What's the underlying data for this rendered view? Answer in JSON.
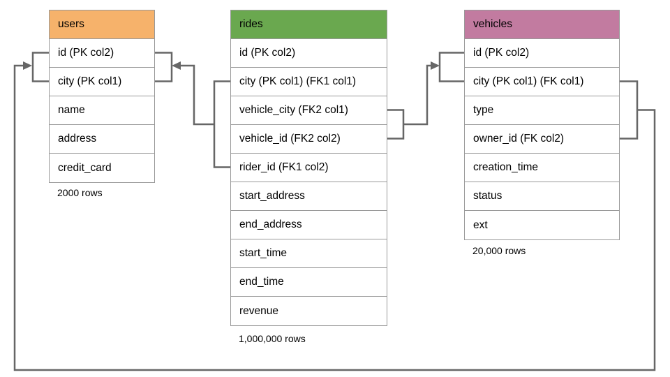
{
  "diagram": {
    "tables": [
      {
        "name": "users",
        "header_color": "#F6B26B",
        "rows": [
          "id (PK col2)",
          "city (PK col1)",
          "name",
          "address",
          "credit_card"
        ],
        "row_count": "2000 rows"
      },
      {
        "name": "rides",
        "header_color": "#6AA84F",
        "rows": [
          "id (PK col2)",
          "city (PK col1) (FK1 col1)",
          "vehicle_city (FK2 col1)",
          "vehicle_id (FK2 col2)",
          "rider_id (FK1 col2)",
          "start_address",
          "end_address",
          "start_time",
          "end_time",
          "revenue"
        ],
        "row_count": "1,000,000 rows"
      },
      {
        "name": "vehicles",
        "header_color": "#C27BA0",
        "rows": [
          "id (PK col2)",
          "city (PK col1) (FK col1)",
          "type",
          "owner_id (FK col2)",
          "creation_time",
          "status",
          "ext"
        ],
        "row_count": "20,000 rows"
      }
    ],
    "relationships": [
      {
        "name": "FK1",
        "from": "rides (city, rider_id)",
        "to": "users (city, id)"
      },
      {
        "name": "FK2",
        "from": "rides (vehicle_city, vehicle_id)",
        "to": "vehicles (city, id)"
      },
      {
        "name": "FK",
        "from": "vehicles (city, owner_id)",
        "to": "users (city, id)"
      }
    ],
    "colors": {
      "connector": "#666666",
      "table_border": "#999999",
      "text": "#000000",
      "background": "#FFFFFF"
    }
  }
}
